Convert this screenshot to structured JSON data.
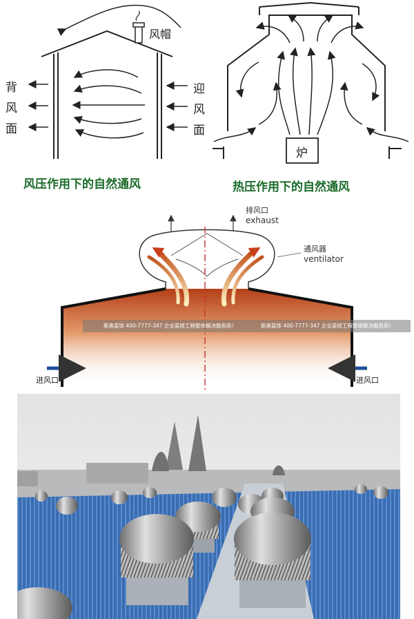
{
  "top_left": {
    "cap_label": "风帽",
    "leeward": [
      "背",
      "风",
      "面"
    ],
    "windward": [
      "迎",
      "风",
      "面"
    ],
    "caption": "风压作用下的自然通风"
  },
  "top_right": {
    "stove_label": "炉",
    "caption": "热压作用下的自然通风"
  },
  "middle": {
    "exhaust_cn": "排风口",
    "exhaust_en": "exhaust",
    "ventilator_cn": "通风器",
    "ventilator_en": "ventilator",
    "inlet_left": "进风口",
    "inlet_right": "进风口",
    "watermark_1": "新奥装饰 400-7777-347 企业装修工程整体解决服务商！",
    "watermark_2": "新奥装饰 400-7777-347 企业装修工程整体解决服务商！"
  },
  "colors": {
    "caption_green": "#1a6a2a",
    "heat_orange": "#c0501a",
    "inlet_blue": "#1f4f9a",
    "roof_blue": "#3a6db0"
  }
}
